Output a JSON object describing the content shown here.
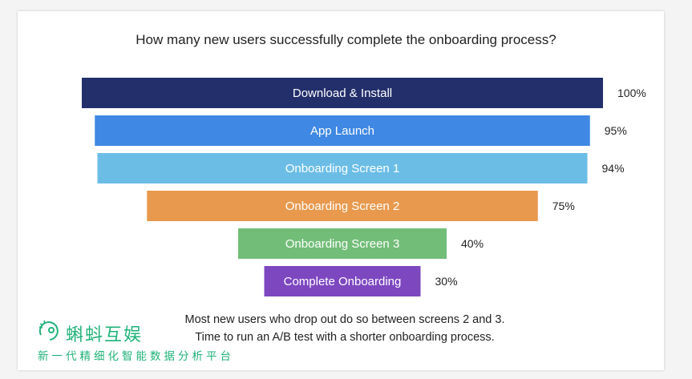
{
  "chart_data": {
    "type": "bar",
    "title": "How many new users successfully complete the onboarding process?",
    "categories": [
      "Download & Install",
      "App Launch",
      "Onboarding Screen 1",
      "Onboarding Screen 2",
      "Onboarding Screen 3",
      "Complete Onboarding"
    ],
    "values": [
      100,
      95,
      94,
      75,
      40,
      30
    ],
    "value_labels": [
      "100%",
      "95%",
      "94%",
      "75%",
      "40%",
      "30%"
    ],
    "colors": [
      "#232f6b",
      "#3f88e3",
      "#6bbde6",
      "#e8994e",
      "#72bd78",
      "#7d47c0"
    ],
    "xlabel": "",
    "ylabel": "",
    "xlim": [
      0,
      100
    ],
    "orientation": "horizontal-funnel",
    "grid": false
  },
  "caption": {
    "line1": "Most new users who drop out do so between screens 2 and 3.",
    "line2": "Time to run an A/B test with a shorter onboarding process."
  },
  "watermark": {
    "name": "蝌蚪互娱",
    "slogan": "新一代精细化智能数据分析平台",
    "color": "#20b27a"
  }
}
